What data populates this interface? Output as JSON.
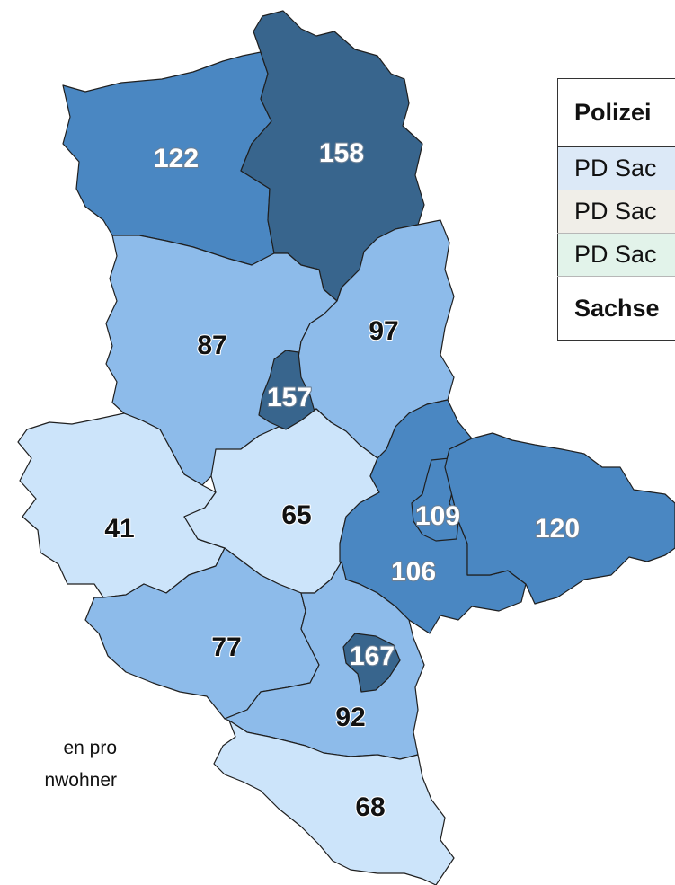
{
  "colors": {
    "level_1": "#cce4fa",
    "level_2": "#8dbbea",
    "level_3": "#4a87c2",
    "level_4": "#38658d",
    "border": "#1f1f1f"
  },
  "regions": [
    {
      "id": "north-west",
      "value": "122",
      "color": "#4a87c2",
      "label_style": "light"
    },
    {
      "id": "north-east",
      "value": "158",
      "color": "#38658d",
      "label_style": "light"
    },
    {
      "id": "middle-west",
      "value": "87",
      "color": "#8dbbea",
      "label_style": "dark"
    },
    {
      "id": "middle-east",
      "value": "97",
      "color": "#8dbbea",
      "label_style": "dark"
    },
    {
      "id": "city-north",
      "value": "157",
      "color": "#38658d",
      "label_style": "light"
    },
    {
      "id": "south-west",
      "value": "41",
      "color": "#cce4fa",
      "label_style": "dark"
    },
    {
      "id": "center",
      "value": "65",
      "color": "#cce4fa",
      "label_style": "dark"
    },
    {
      "id": "east-middle",
      "value": "106",
      "color": "#4a87c2",
      "label_style": "light"
    },
    {
      "id": "city-east",
      "value": "109",
      "color": "#4a87c2",
      "label_style": "light"
    },
    {
      "id": "east",
      "value": "120",
      "color": "#4a87c2",
      "label_style": "light"
    },
    {
      "id": "south-middle-west",
      "value": "77",
      "color": "#8dbbea",
      "label_style": "dark"
    },
    {
      "id": "south-middle",
      "value": "92",
      "color": "#8dbbea",
      "label_style": "dark"
    },
    {
      "id": "city-south",
      "value": "167",
      "color": "#38658d",
      "label_style": "light"
    },
    {
      "id": "south",
      "value": "68",
      "color": "#cce4fa",
      "label_style": "dark"
    }
  ],
  "table": {
    "header": "Polizei",
    "rows": [
      {
        "label": "PD Sac",
        "color": "#dce9f7"
      },
      {
        "label": "PD Sac",
        "color": "#f0eee8"
      },
      {
        "label": "PD Sac",
        "color": "#e2f3ea"
      }
    ],
    "total": "Sachse"
  },
  "legend": {
    "line1": "en pro",
    "line2": "nwohner"
  }
}
